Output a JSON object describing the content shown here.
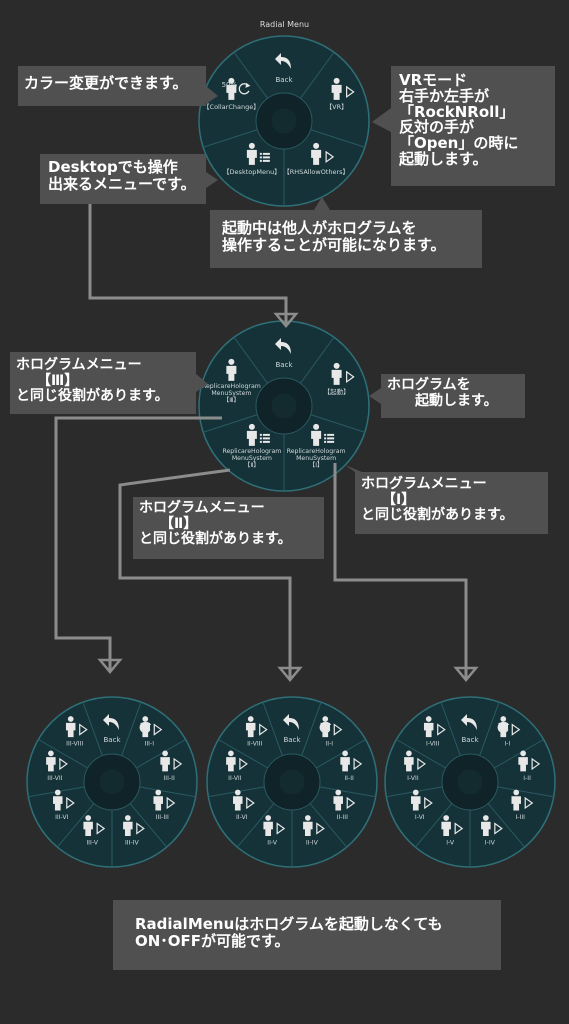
{
  "title": "Radial Menu",
  "colors": {
    "background": "#2b2b2b",
    "note_bg": "#505050",
    "menu_fill": "#143238",
    "menu_ring": "#2f6f77",
    "icon": "#e8e8e8",
    "arrow": "#8c8c8c"
  },
  "notes": {
    "color_change": "カラー変更ができます。",
    "vr_mode": "VRモード\n右手か左手が\n「RockNRoll」\n反対の手が\n「Open」の時に\n起動します。",
    "desktop": "Desktopでも操作\n出来るメニューです。",
    "others": "起動中は他人がホログラムを\n操作することが可能になります。",
    "menu3": "ホログラムメニュー\n　　【Ⅲ】\nと同じ役割があります。",
    "launch": "ホログラムを\n　　起動します。",
    "menu2": "ホログラムメニュー\n　　【Ⅱ】\nと同じ役割があります。",
    "menu1": "ホログラムメニュー\n　　【Ⅰ】\nと同じ役割があります。",
    "bottom": "RadialMenuはホログラムを起動しなくても\nON･OFFが可能です。"
  },
  "menus": {
    "main": {
      "back": "Back",
      "percent": "50%",
      "items": [
        {
          "label": "【CollarChange】",
          "icon": "person-icon"
        },
        {
          "label": "【VR】",
          "icon": "person-icon"
        },
        {
          "label": "【DesktopMenu】",
          "icon": "person-icon"
        },
        {
          "label": "【RHSAllowOthers】",
          "icon": "person-icon"
        }
      ]
    },
    "hologram": {
      "back": "Back",
      "items": [
        {
          "label": "ReplicareHologram\nMenuSystem\n【Ⅲ】"
        },
        {
          "label": "【起動】"
        },
        {
          "label": "ReplicareHologram\nMenuSystem\n【Ⅱ】"
        },
        {
          "label": "ReplicareHologram\nMenuSystem\n【Ⅰ】"
        }
      ]
    },
    "sub3": {
      "back": "Back",
      "labels": [
        "III-I",
        "III-II",
        "III-III",
        "III-IV",
        "III-V",
        "III-VI",
        "III-VII",
        "III-VIII"
      ]
    },
    "sub2": {
      "back": "Back",
      "labels": [
        "II-I",
        "II-II",
        "II-III",
        "II-IV",
        "II-V",
        "II-VI",
        "II-VII",
        "II-VIII"
      ]
    },
    "sub1": {
      "back": "Back",
      "labels": [
        "I-I",
        "I-II",
        "I-III",
        "I-IV",
        "I-V",
        "I-VI",
        "I-VII",
        "I-VIII"
      ]
    }
  }
}
